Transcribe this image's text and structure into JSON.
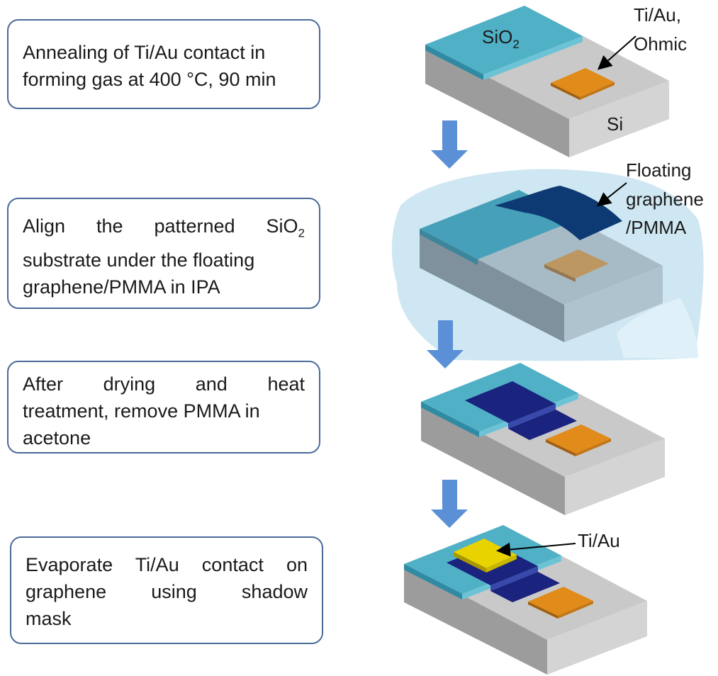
{
  "steps": [
    {
      "lines": [
        "Annealing of Ti/Au contact in",
        "forming gas at 400 °C, 90 min"
      ]
    },
    {
      "lines": [
        {
          "text": "Align the patterned SiO",
          "sub": "2"
        },
        "substrate under the floating",
        "graphene/PMMA in IPA"
      ]
    },
    {
      "lines": [
        "After drying and heat",
        "treatment, remove PMMA in",
        "acetone"
      ]
    },
    {
      "lines": [
        "Evaporate Ti/Au contact on",
        "graphene using shadow",
        "mask"
      ]
    }
  ],
  "labels": {
    "sio2_main": "SiO",
    "sio2_sub": "2",
    "tiau_ohmic_line1": "Ti/Au,",
    "tiau_ohmic_line2": "Ohmic",
    "si": "Si",
    "floating_line1": "Floating",
    "floating_line2": "graphene",
    "floating_line3": "/PMMA",
    "tiau_top": "Ti/Au"
  },
  "colors": {
    "box_border": "#4a6a99",
    "arrow": "#5b8fd6",
    "sio2": "#4fb0c6",
    "si_top": "#c9c9c9",
    "contact": "#e08b1a",
    "graphene": "#1a237e",
    "tiau": "#e8d200",
    "ipa": "#cfe7f2"
  }
}
